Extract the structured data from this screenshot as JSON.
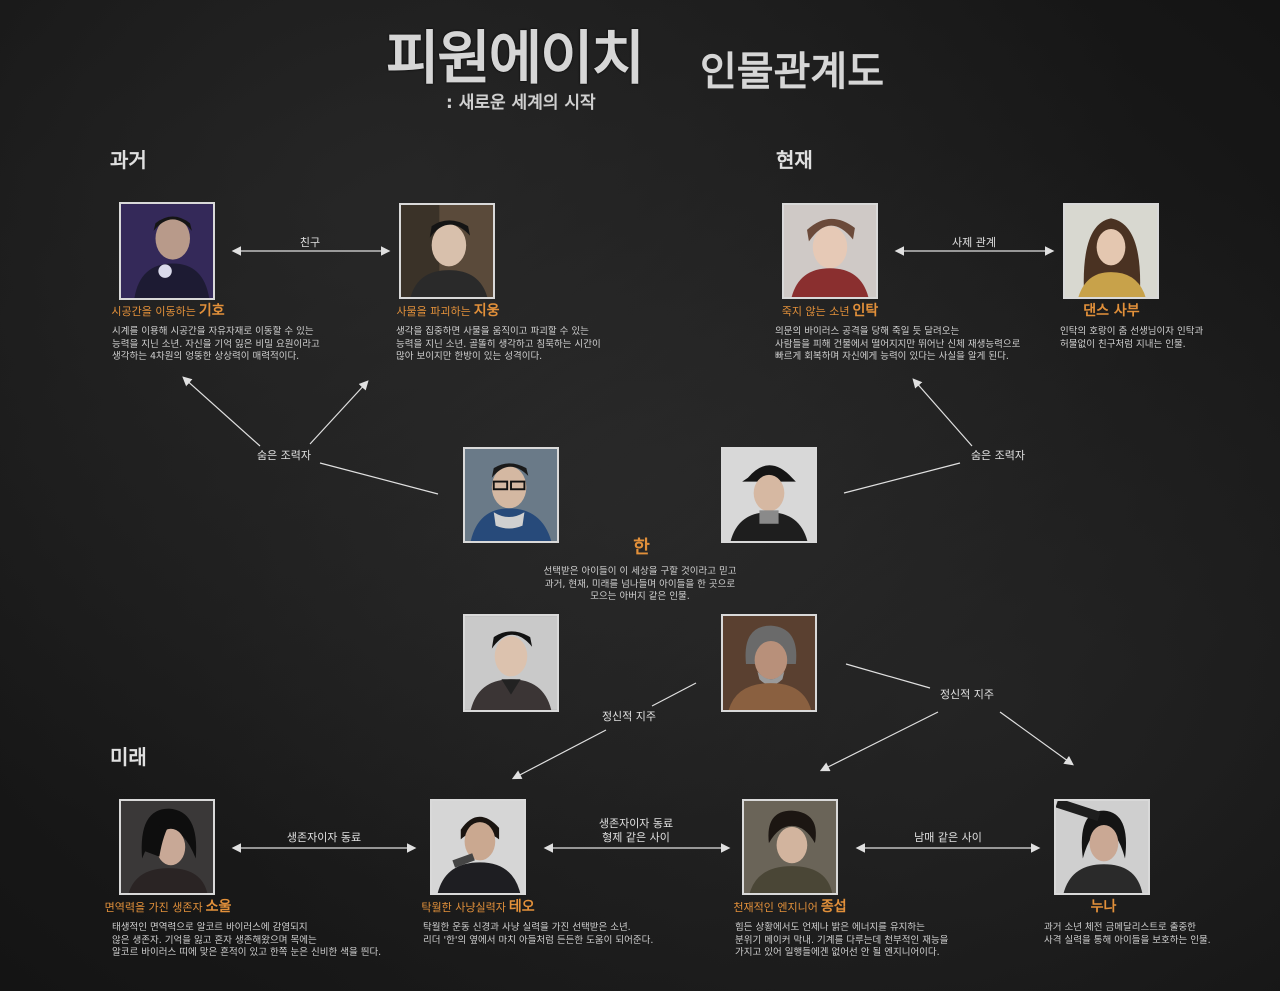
{
  "title": {
    "main": "피원에이치",
    "sub": "인물관계도",
    "subtitle": ": 새로운 세계의 시작"
  },
  "sections": {
    "past": "과거",
    "present": "현재",
    "future": "미래"
  },
  "characters": {
    "giho": {
      "role": "시공간을 이동하는",
      "name": "기호",
      "desc": [
        "시계를 이용해 시공간을 자유자재로 이동할 수 있는",
        "능력을 지닌 소년. 자신을 기억 잃은 비밀 요원이라고",
        "생각하는 4차원의 엉뚱한 상상력이 매력적이다."
      ]
    },
    "jiung": {
      "role": "사물을 파괴하는",
      "name": "지웅",
      "desc": [
        "생각을 집중하면 사물을 움직이고 파괴할 수 있는",
        "능력을 지닌 소년. 골똘히 생각하고 침묵하는 시간이",
        "많아 보이지만 한방이 있는 성격이다."
      ]
    },
    "intak": {
      "role": "죽지 않는 소년",
      "name": "인탁",
      "desc": [
        "의문의 바이러스 공격을 당해 죽일 듯 달려오는",
        "사람들을 피해 건물에서 떨어지지만 뛰어난 신체 재생능력으로",
        "빠르게 회복하며 자신에게 능력이 있다는 사실을 알게 된다."
      ]
    },
    "dance": {
      "role": "",
      "name": "댄스 사부",
      "desc": [
        "인탁의 호랑이 춤 선생님이자 인탁과",
        "허물없이 친구처럼 지내는 인물."
      ]
    },
    "han": {
      "name": "한",
      "desc": [
        "선택받은 아이들이 이 세상을 구할 것이라고 믿고",
        "과거, 현재, 미래를 넘나들며 아이들을 한 곳으로",
        "모으는 아버지 같은 인물."
      ]
    },
    "soeul": {
      "role": "면역력을 가진 생존자",
      "name": "소울",
      "desc": [
        "태생적인 면역력으로 알코르 바이러스에 감염되지",
        "않은 생존자. 기억을 잃고 혼자 생존해왔으며 목에는",
        "알코르 바이러스 띠에 맞은 흔적이 있고 한쪽 눈은 신비한 색을 띈다."
      ]
    },
    "theo": {
      "role": "탁월한 사냥실력자",
      "name": "테오",
      "desc": [
        "탁월한 운동 신경과 사냥 실력을 가진 선택받은 소년.",
        "리더 '한'의 옆에서 마치 아들처럼 든든한 도움이 되어준다."
      ]
    },
    "jongseob": {
      "role": "천재적인 엔지니어",
      "name": "종섭",
      "desc": [
        "힘든 상황에서도 언제나 밝은 에너지를 유지하는",
        "분위기 메이커 막내. 기계를 다루는데 천부적인 재능을",
        "가지고 있어 일행들에겐 없어선 안 될 엔지니어이다."
      ]
    },
    "nuna": {
      "role": "",
      "name": "누나",
      "desc": [
        "과거 소년 체전 금메달리스트로 출중한",
        "사격 실력을 통해 아이들을 보호하는 인물."
      ]
    }
  },
  "relations": {
    "friend": "친구",
    "master": "사제 관계",
    "hidden_left": "숨은 조력자",
    "hidden_right": "숨은 조력자",
    "spirit_left": "정신적 지주",
    "spirit_right": "정신적 지주",
    "survivor": "생존자이자 동료",
    "theo_jong_1": "생존자이자 동료",
    "theo_jong_2": "형제 같은 사이",
    "siblings": "남매 같은 사이"
  },
  "colors": {
    "accent": "#e2903a",
    "background": "#1b1b1b",
    "text": "#dddddd",
    "line": "#e0e0e0"
  }
}
